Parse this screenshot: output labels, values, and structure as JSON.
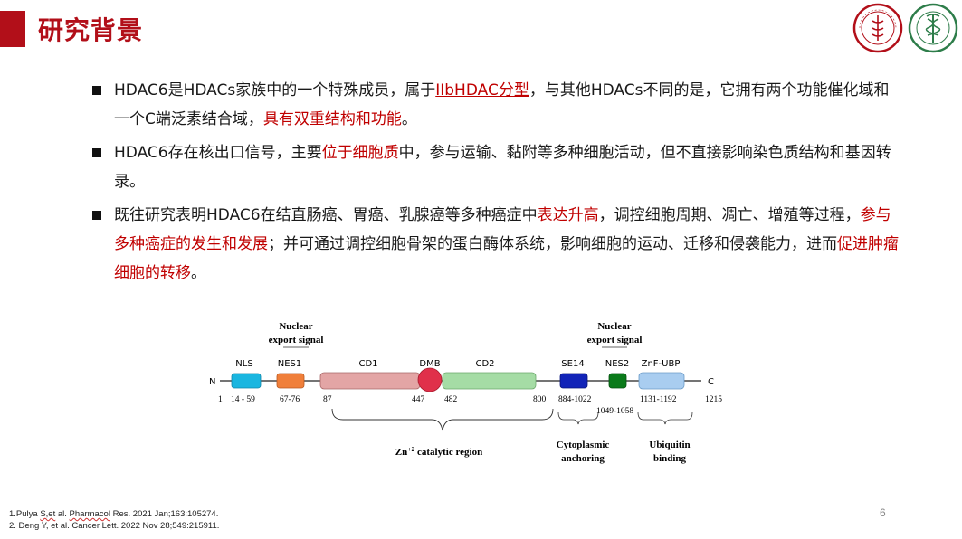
{
  "header": {
    "title": "研究背景",
    "brand_color": "#b20f19"
  },
  "logos": [
    {
      "icon": "university-seal-icon",
      "text": "天津医科大学 TIANJIN MEDICAL UNIVERSITY"
    },
    {
      "icon": "medical-caduceus-emblem-icon",
      "text": ""
    }
  ],
  "bullets": [
    {
      "segments": [
        {
          "text": "HDAC6是HDACs家族中的一个特殊成员，属于",
          "style": "normal"
        },
        {
          "text": "IIbHDAC分型",
          "style": "red-underline"
        },
        {
          "text": "，与其他HDACs不同的是，它拥有两个功能催化域和一个C端泛素结合域，",
          "style": "normal"
        },
        {
          "text": "具有双重结构和功能",
          "style": "red"
        },
        {
          "text": "。",
          "style": "normal"
        }
      ]
    },
    {
      "segments": [
        {
          "text": "HDAC6存在核出口信号，主要",
          "style": "normal"
        },
        {
          "text": "位于细胞质",
          "style": "red"
        },
        {
          "text": "中，参与运输、黏附等多种细胞活动，但不直接影响染色质结构和基因转录。",
          "style": "normal"
        }
      ]
    },
    {
      "segments": [
        {
          "text": "既往研究表明HDAC6在结直肠癌、胃癌、乳腺癌等多种癌症中",
          "style": "normal"
        },
        {
          "text": "表达升高",
          "style": "red"
        },
        {
          "text": "，调控细胞周期、凋亡、增殖等过程，",
          "style": "normal"
        },
        {
          "text": "参与多种癌症的发生和发展",
          "style": "red"
        },
        {
          "text": "；并可通过调控细胞骨架的蛋白酶体系统，影响细胞的运动、迁移和侵袭能力，进而",
          "style": "normal"
        },
        {
          "text": "促进肿瘤细胞的转移",
          "style": "red"
        },
        {
          "text": "。",
          "style": "normal"
        }
      ]
    }
  ],
  "diagram": {
    "top_labels": {
      "nes1_title": "Nuclear export signal",
      "nes2_title": "Nuclear export signal"
    },
    "terminals": {
      "n": "N",
      "c": "C"
    },
    "domains": [
      {
        "label": "NLS",
        "range": "14 - 59",
        "color": "#1ab6e0"
      },
      {
        "label": "NES1",
        "range": "67-76",
        "color": "#f07f3a"
      },
      {
        "label": "CD1",
        "range": "87",
        "color": "#e3a5a5"
      },
      {
        "label": "DMB",
        "range": "447",
        "color": "#e0304a"
      },
      {
        "label": "CD2",
        "range": "482",
        "end": "800",
        "color": "#a5dca5"
      },
      {
        "label": "SE14",
        "range": "884-1022",
        "color": "#1224b8"
      },
      {
        "label": "NES2",
        "range": "1049-1058",
        "color": "#0a7a1a"
      },
      {
        "label": "ZnF-UBP",
        "range": "1131-1192",
        "color": "#a9cdf0"
      }
    ],
    "positions": {
      "start": "1",
      "end": "1215"
    },
    "regions": [
      {
        "label": "Zn+2 catalytic region",
        "base": "Zn",
        "sup": "+2",
        "rest": " catalytic region"
      },
      {
        "label": "Cytoplasmic anchoring",
        "line1": "Cytoplasmic",
        "line2": "anchoring"
      },
      {
        "label": "Ubiquitin binding",
        "line1": "Ubiquitin",
        "line2": "binding"
      }
    ]
  },
  "references": [
    {
      "prefix": "1.Pulya ",
      "underlined": "S,et",
      "mid": " al. ",
      "underlined2": "Pharmacol",
      "suffix": " Res. 2021 Jan;163:105274."
    },
    {
      "text": "2. Deng Y, et al. Cancer Lett. 2022 Nov 28;549:215911."
    }
  ],
  "page_number": "6"
}
